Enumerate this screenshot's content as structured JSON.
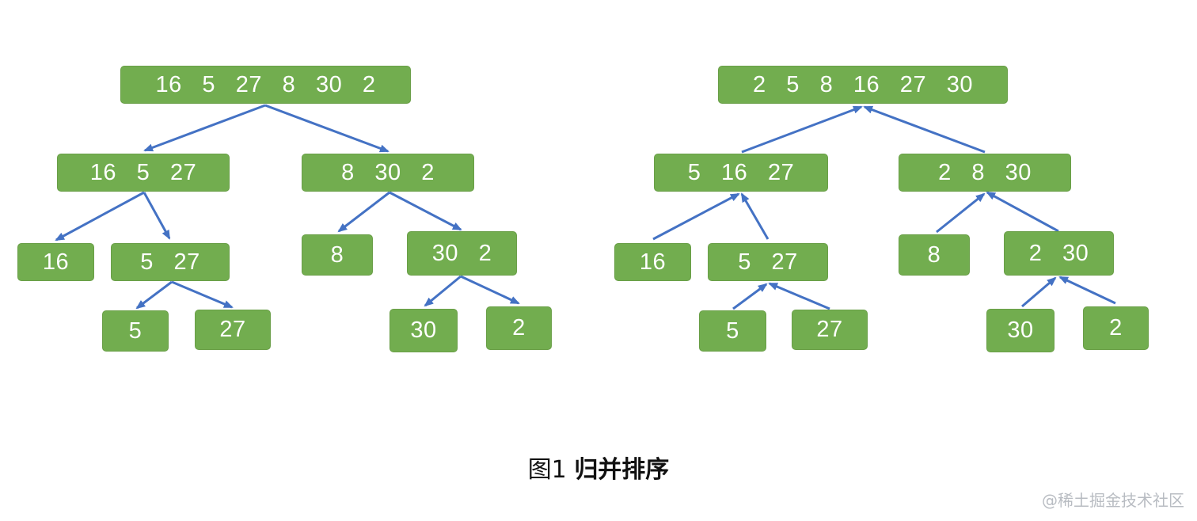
{
  "left_tree": {
    "root": "16   5   27   8   30   2",
    "l1_left": "16   5   27",
    "l1_right": "8   30   2",
    "l2_a": "16",
    "l2_b": "5   27",
    "l2_c": "8",
    "l2_d": "30   2",
    "l3_a": "5",
    "l3_b": "27",
    "l3_c": "30",
    "l3_d": "2"
  },
  "right_tree": {
    "root": "2   5   8   16   27   30",
    "l1_left": "5   16   27",
    "l1_right": "2   8   30",
    "l2_a": "16",
    "l2_b": "5   27",
    "l2_c": "8",
    "l2_d": "2   30",
    "l3_a": "5",
    "l3_b": "27",
    "l3_c": "30",
    "l3_d": "2"
  },
  "caption": {
    "prefix": "图1 ",
    "title": "归并排序"
  },
  "watermark": "@稀土掘金技术社区",
  "colors": {
    "node_fill": "#72ad4f",
    "arrow": "#4472c4",
    "text": "#ffffff"
  }
}
